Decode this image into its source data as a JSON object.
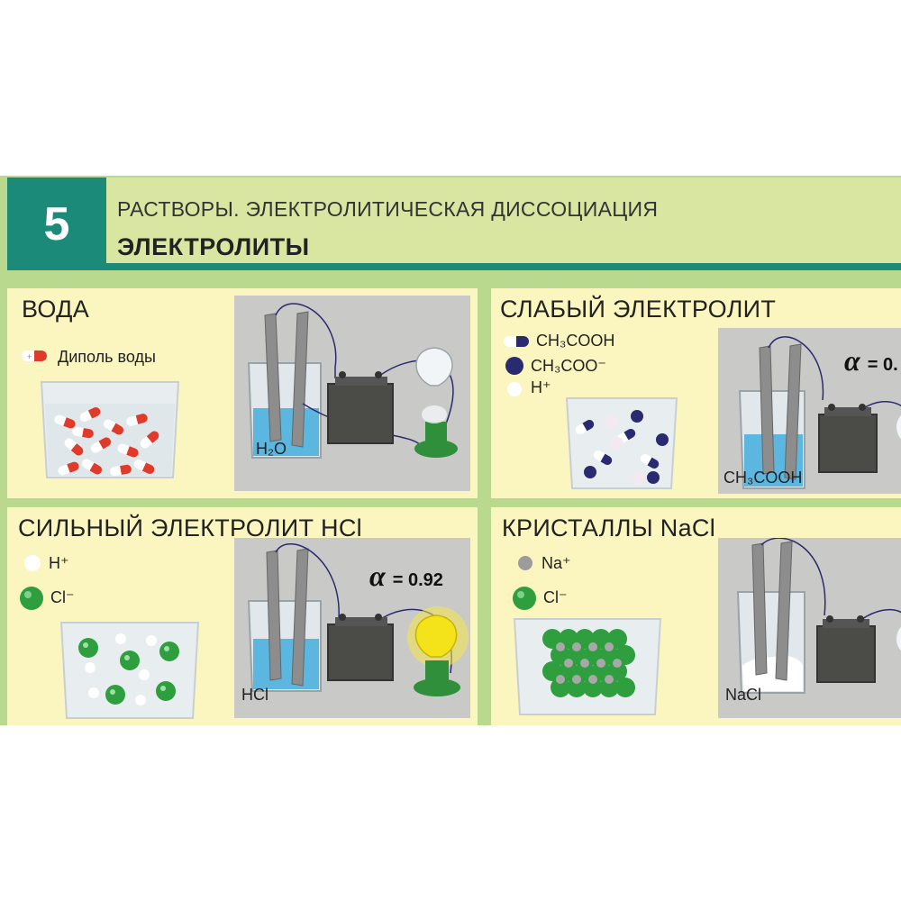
{
  "header": {
    "number": "5",
    "subtitle": "РАСТВОРЫ. ЭЛЕКТРОЛИТИЧЕСКАЯ ДИССОЦИАЦИЯ",
    "title": "ЭЛЕКТРОЛИТЫ"
  },
  "panels": [
    {
      "title": "ВОДА",
      "legend": [
        {
          "label": "Диполь воды",
          "icon": "water-dipole-icon"
        }
      ],
      "solution_label": "H₂O",
      "bulb_lit": false
    },
    {
      "title": "СЛАБЫЙ ЭЛЕКТРОЛИТ",
      "legend": [
        {
          "label": "CH₃COOH",
          "icon": "acetic-acid-molecule-icon"
        },
        {
          "label": "CH₃COO⁻",
          "icon": "acetate-ion-icon"
        },
        {
          "label": "H⁺",
          "icon": "hydrogen-ion-icon"
        }
      ],
      "solution_label": "CH₃COOH",
      "alpha_symbol": "α",
      "alpha_value": "= 0.",
      "bulb_lit": false
    },
    {
      "title": "СИЛЬНЫЙ ЭЛЕКТРОЛИТ HCl",
      "legend": [
        {
          "label": "H⁺",
          "icon": "hydrogen-ion-icon"
        },
        {
          "label": "Cl⁻",
          "icon": "chloride-ion-icon"
        }
      ],
      "solution_label": "HCl",
      "alpha_symbol": "α",
      "alpha_value": "= 0.92",
      "bulb_lit": true
    },
    {
      "title": "КРИСТАЛЛЫ NaCl",
      "legend": [
        {
          "label": "Na⁺",
          "icon": "sodium-ion-icon"
        },
        {
          "label": "Cl⁻",
          "icon": "chloride-ion-icon"
        }
      ],
      "solution_label": "NaCl",
      "bulb_lit": false
    }
  ],
  "colors": {
    "poster_bg": "#b9d98f",
    "header_bg": "#d8e6a2",
    "accent_teal": "#1c8a79",
    "panel_bg": "#fbf6bf",
    "lab_bg": "#c9c9c7",
    "solution_blue": "#5bb7e0",
    "chloride_green": "#2e9e3e",
    "acetate_navy": "#2a2a70",
    "dipole_red": "#e03a2a"
  }
}
